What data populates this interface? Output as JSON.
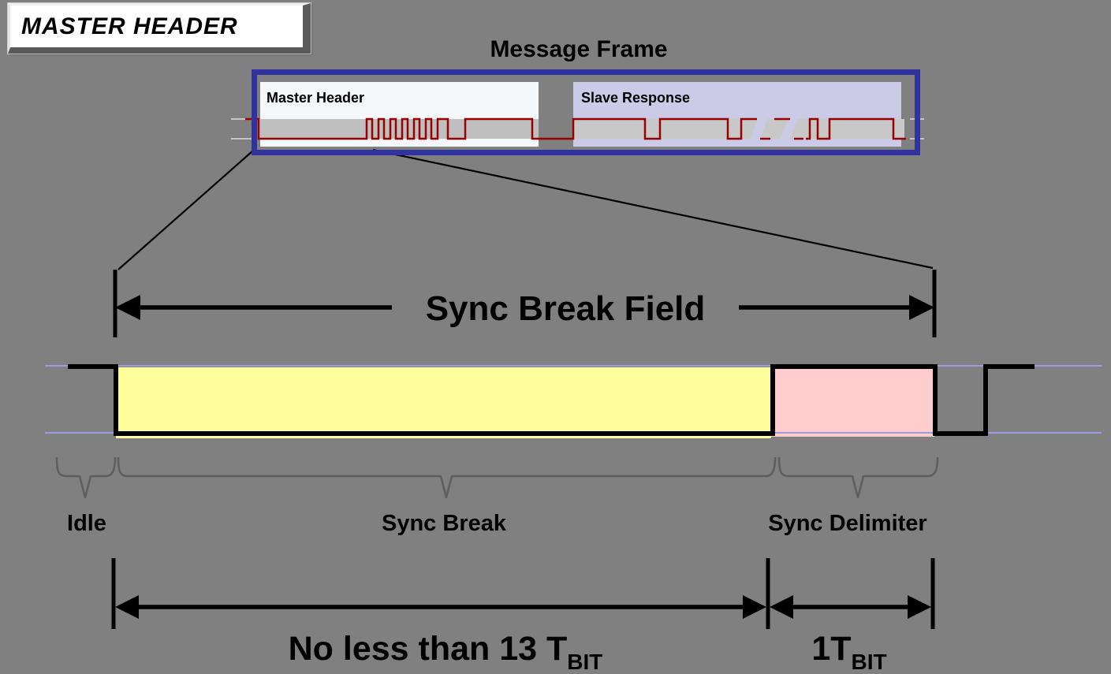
{
  "master_header_button": {
    "label": "MASTER HEADER"
  },
  "message_frame": {
    "title": "Message Frame",
    "master_header_label": "Master Header",
    "slave_response_label": "Slave Response"
  },
  "sync_break_field": {
    "label": "Sync Break Field"
  },
  "segments": {
    "idle": "Idle",
    "sync_break": "Sync Break",
    "sync_delimiter": "Sync Delimiter"
  },
  "durations": {
    "sync_break": {
      "text": "No less than 13 T",
      "sub": "BIT"
    },
    "sync_delimiter": {
      "text": "1T",
      "sub": "BIT"
    }
  },
  "colors": {
    "page_bg": "#808080",
    "frame_border": "#32329E",
    "master_header_bg": "#F5F8FA",
    "slave_response_bg": "#CBCBE8",
    "band_gray": "#C4C4C4",
    "signal_red": "#990000",
    "break_yellow": "#FFFF9C",
    "delimiter_pink": "#FFCDCD",
    "level_line": "#9C9CDE",
    "brace_gray": "#5E5E5E",
    "waveform_black": "#000000",
    "stub_line_gray": "#C6C6C6"
  }
}
